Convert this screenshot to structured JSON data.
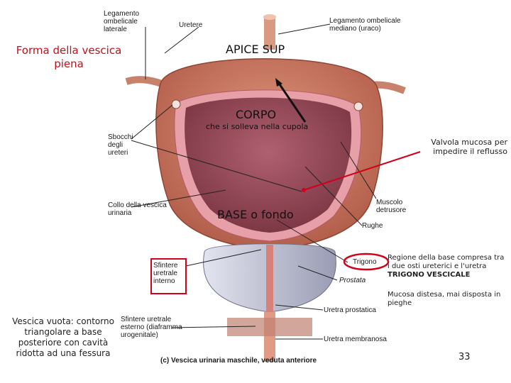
{
  "slide": {
    "title_left": "Forma della vescica piena",
    "apex": "APICE SUP",
    "body": "CORPO",
    "body_sub": "che si solleva nella cupola",
    "base": "BASE o fondo",
    "valve_note": "Valvola mucosa per impedire il reflusso",
    "trigone_note_line1": "Regione della base compresa tra i due osti ureterici e l'uretra",
    "trigone_note_line2": "TRIGONO VESCICALE",
    "mucosa_note": "Mucosa distesa, mai disposta in pieghe",
    "empty_note": "Vescica vuota: contorno triangolare a base posteriore con cavità ridotta ad una fessura",
    "page_number": "33",
    "caption": "(c) Vescica urinaria maschile, veduta anteriore"
  },
  "labels": {
    "lig_lat": "Legamento ombelicale laterale",
    "uretere": "Uretere",
    "lig_med": "Legamento ombelicale mediano (uraco)",
    "sbocchi": "Sbocchi degli ureteri",
    "collo": "Collo della vescica urinaria",
    "detrusore": "Muscolo detrusore",
    "rughe": "Rughe",
    "trigono": "Trigono",
    "prostata": "Prostata",
    "sfintere_int": "Sfintere uretrale interno",
    "sfintere_est": "Sfintere uretrale esterno (diaframma urogenitale)",
    "uretra_prost": "Uretra prostatica",
    "uretra_membr": "Uretra membranosa"
  },
  "colors": {
    "bladder_wall": "#c8735e",
    "bladder_inner": "#9a4a55",
    "mucosa_band": "#e8a0a8",
    "accent_red": "#d0021b",
    "prostate": "#c7c9d8"
  }
}
